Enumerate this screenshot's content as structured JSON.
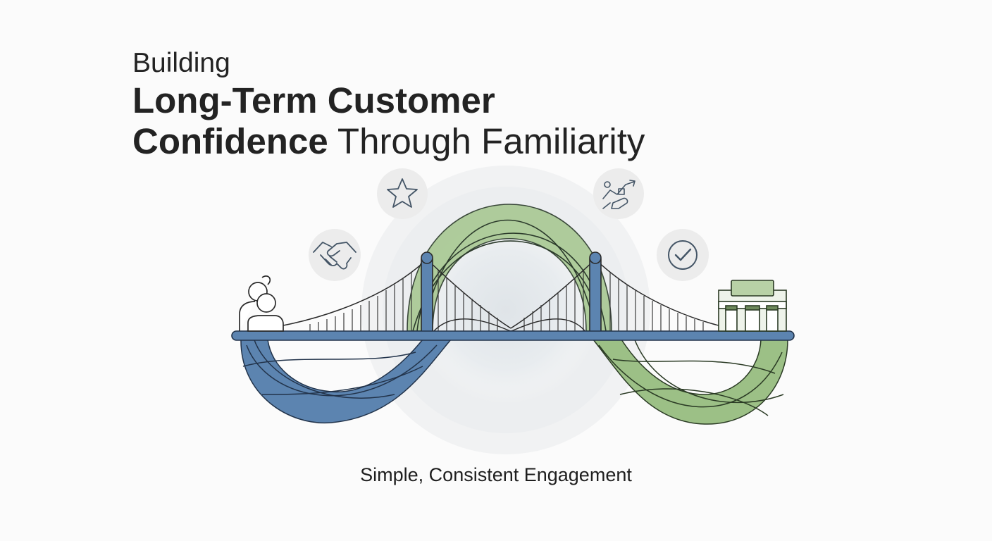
{
  "title": {
    "line1": "Building",
    "line2": "Long-Term Customer",
    "line3_bold": "Confidence",
    "line3_rest": " Through Familiarity"
  },
  "caption": "Simple, Consistent Engagement",
  "colors": {
    "blue": "#5c84b0",
    "green": "#9cc086",
    "outline": "#2a2a2a",
    "halo": "#e6eaed",
    "badge": "#ececec"
  },
  "icons": [
    "handshake-icon",
    "star-icon",
    "growth-chart-icon",
    "checkmark-icon",
    "person-icon",
    "building-icon"
  ]
}
